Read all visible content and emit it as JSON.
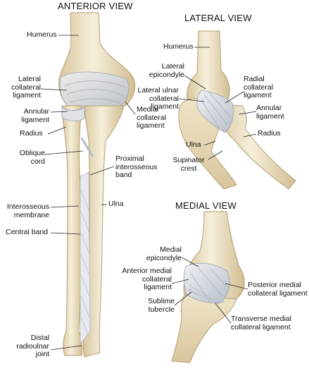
{
  "views": {
    "anterior": {
      "title": "ANTERIOR VIEW",
      "labels": {
        "humerus": "Humerus",
        "lateral_collateral_1": "Lateral",
        "lateral_collateral_2": "collateral",
        "lateral_collateral_3": "ligament",
        "annular_1": "Annular",
        "annular_2": "ligament",
        "radius": "Radius",
        "oblique_1": "Oblique",
        "oblique_2": "cord",
        "interosseous_1": "Interosseous",
        "interosseous_2": "membrane",
        "central_band": "Central band",
        "distal_1": "Distal",
        "distal_2": "radioulnar",
        "distal_3": "joint",
        "medial_collateral_1": "Medial",
        "medial_collateral_2": "collateral",
        "medial_collateral_3": "ligament",
        "proximal_1": "Proximal",
        "proximal_2": "interosseous",
        "proximal_3": "band",
        "ulna": "Ulna"
      }
    },
    "lateral": {
      "title": "LATERAL VIEW",
      "labels": {
        "humerus": "Humerus",
        "lateral_epicondyle_1": "Lateral",
        "lateral_epicondyle_2": "epicondyle",
        "lateral_ulnar_1": "Lateral ulnar",
        "lateral_ulnar_2": "collateral",
        "lateral_ulnar_3": "ligament",
        "radial_collateral_1": "Radial",
        "radial_collateral_2": "collateral",
        "radial_collateral_3": "ligament",
        "annular_1": "Annular",
        "annular_2": "ligament",
        "radius": "Radius",
        "ulna": "Ulna",
        "supinator_1": "Supinator",
        "supinator_2": "crest"
      }
    },
    "medial": {
      "title": "MEDIAL VIEW",
      "labels": {
        "medial_epicondyle_1": "Medial",
        "medial_epicondyle_2": "epicondyle",
        "anterior_medial_1": "Anterior medial",
        "anterior_medial_2": "collateral",
        "anterior_medial_3": "ligament",
        "sublime_1": "Sublime",
        "sublime_2": "tubercle",
        "posterior_medial_1": "Posterior medial",
        "posterior_medial_2": "collateral ligament",
        "transverse_medial_1": "Transverse medial",
        "transverse_medial_2": "collateral ligament"
      }
    }
  },
  "colors": {
    "bone_light": "#f4ecd6",
    "bone_mid": "#e3d3ae",
    "bone_shadow": "#c9b48a",
    "ligament": "#d9dde3",
    "ligament_shadow": "#a9b0ba",
    "leader_line": "#222222"
  }
}
